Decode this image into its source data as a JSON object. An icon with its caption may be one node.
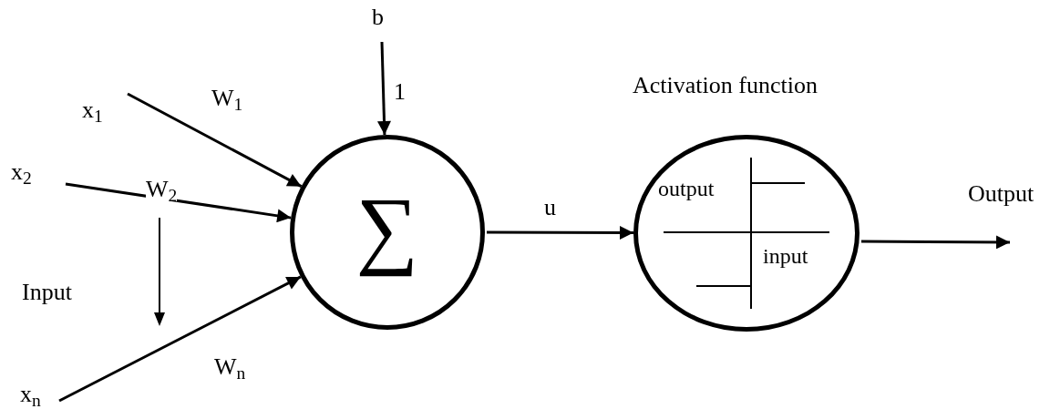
{
  "diagram": {
    "nodes": [
      {
        "text": [
          "x$_{1}$"
        ]
      },
      {
        "text": [
          "x$_{2}$"
        ]
      },
      {
        "text": [
          "x$_{n}$"
        ]
      },
      {
        "text": [
          "b"
        ]
      },
      {
        "text": [
          "∑"
        ]
      },
      {
        "text": [
          "output",
          "input"
        ],
        "beside": [
          "Activation function"
        ]
      }
    ],
    "edges": [
      {
        "from": 0,
        "to": 4,
        "arrow": "to",
        "label": "W$_{1}$"
      },
      {
        "from": 1,
        "to": 4,
        "arrow": "to",
        "label": "W$_{2}$"
      },
      {
        "from": 2,
        "to": 4,
        "arrow": "to",
        "label": "W$_{n}$"
      },
      {
        "from": 3,
        "to": 4,
        "arrow": "to",
        "label": "1"
      },
      {
        "from": 4,
        "to": 5,
        "arrow": "to",
        "label": "u"
      },
      {
        "from": 5,
        "to": null,
        "arrow": "to",
        "label": "Output"
      }
    ],
    "labels": [
      "Input"
    ]
  }
}
